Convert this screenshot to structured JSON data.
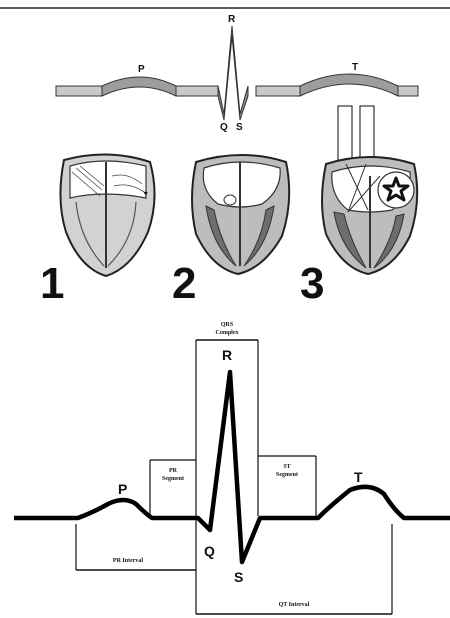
{
  "top_diagram": {
    "labels": {
      "p": "P",
      "r": "R",
      "t": "T",
      "q": "Q",
      "s": "S"
    }
  },
  "heart_panels": [
    {
      "number": "1"
    },
    {
      "number": "2"
    },
    {
      "number": "3"
    }
  ],
  "ecg": {
    "waves": {
      "p": "P",
      "r": "R",
      "q": "Q",
      "s": "S",
      "t": "T"
    },
    "qrs_complex": [
      "QRS",
      "Complex"
    ],
    "pr_segment": [
      "PR",
      "Segment"
    ],
    "st_segment": [
      "ST",
      "Segment"
    ],
    "pr_interval": "PR Interval",
    "qt_interval": "QT Interval"
  },
  "colors": {
    "wave_band": "#c9c9c9",
    "wave_band_dark": "#9d9d9d",
    "heart_fill": "#d2d2d2",
    "ink": "#111111"
  }
}
